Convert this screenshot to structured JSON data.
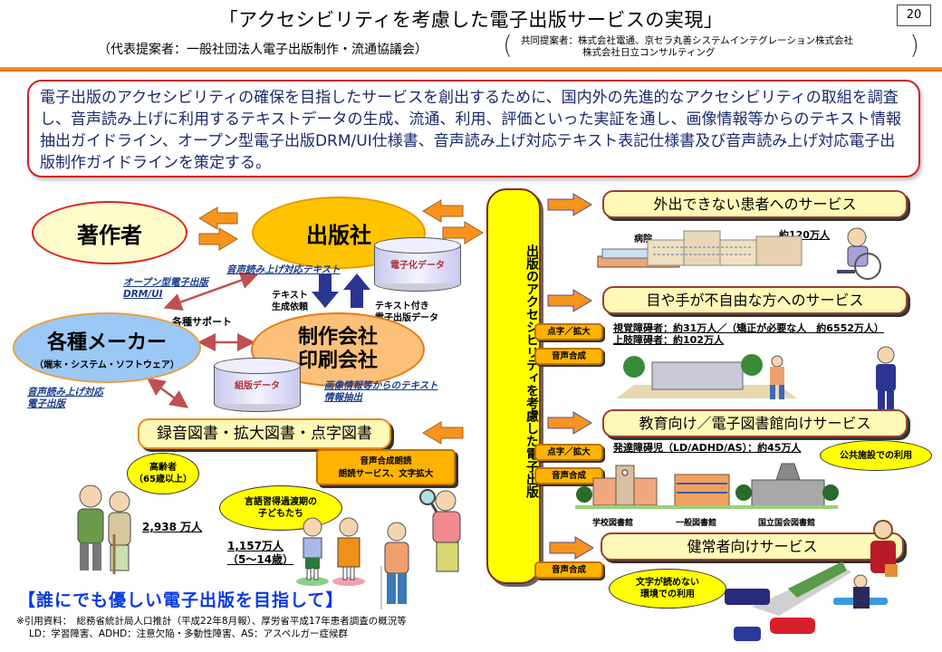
{
  "header": {
    "title": "「アクセシビリティを考慮した電子出版サービスの実現」",
    "page_number": "20",
    "lead_proposer": "（代表提案者：一般社団法人電子出版制作・流通協議会）",
    "co_proposers_line1": "共同提案者：株式会社電通、京セラ丸善システムインテグレーション株式会社",
    "co_proposers_line2": "株式会社日立コンサルティング"
  },
  "summary": "電子出版のアクセシビリティの確保を目指したサービスを創出するために、国内外の先進的なアクセシビリティの取組を調査し、音声読み上げに利用するテキストデータの生成、流通、利用、評価といった実証を通し、画像情報等からのテキスト情報抽出ガイドライン、オープン型電子出版DRM/UI仕様書、音声読み上げ対応テキスト表記仕様書及び音声読み上げ対応電子出版制作ガイドラインを策定する。",
  "left_diagram": {
    "author": "著作者",
    "publisher": "出版社",
    "maker": "各種メーカー",
    "maker_sub": "（端末・システム・ソフトウェア）",
    "production_line1": "制作会社",
    "production_line2": "印刷会社",
    "digitized_data": "電子化データ",
    "typeset_data": "組版データ",
    "link_tts_text": "音声読み上げ対応テキスト",
    "link_open_drm_line1": "オープン型電子出版",
    "link_open_drm_line2": "DRM/UI",
    "link_tts_epub_line1": "音声読み上げ対応",
    "link_tts_epub_line2": "電子出版",
    "link_image_extract_line1": "画像情報等からのテキスト",
    "link_image_extract_line2": "情報抽出",
    "text_request_line1": "テキスト",
    "text_request_line2": "生成依頼",
    "text_epub_line1": "テキスト付き",
    "text_epub_line2": "電子出版データ",
    "support": "各種サポート",
    "books": "録音図書・拡大図書・点字図書",
    "synth_line1": "音声合成朗読",
    "synth_line2": "朗読サービス、文字拡大",
    "elderly_line1": "高齢者",
    "elderly_line2": "（65歳以上）",
    "elderly_count": "2,938 万人",
    "kids_line1": "言語習得過渡期の",
    "kids_line2": "子どもたち",
    "kids_count_line1": "1,157万人",
    "kids_count_line2": "（5～14歳）"
  },
  "center_bar": "出版のアクセシビリティを考慮した電子出版",
  "services": [
    {
      "title": "外出できない患者へのサービス",
      "place": "病院",
      "stat": "約120万人"
    },
    {
      "title": "目や手が不自由な方へのサービス",
      "tags": [
        "点字／拡大",
        "音声合成"
      ],
      "stat_line1": "視覚障碍者：約31万人／（矯正が必要な人　約6552万人）",
      "stat_line2": "上肢障碍者：約102万人"
    },
    {
      "title": "教育向け／電子図書館向けサービス",
      "tags": [
        "点字／拡大",
        "音声合成"
      ],
      "stat": "発達障碍児（LD/ADHD/AS）：約45万人",
      "bubble": "公共施設での利用",
      "libraries": [
        "学校図書館",
        "一般図書館",
        "国立国会図書館"
      ]
    },
    {
      "title": "健常者向けサービス",
      "tags": [
        "音声合成"
      ],
      "bubble_line1": "文字が読めない",
      "bubble_line2": "環境での利用"
    }
  ],
  "footer": {
    "motto": "【誰にでも優しい電子出版を目指して】",
    "citation_line1": "※引用資料：　総務省統計局人口推計（平成22年8月報）、厚労省平成17年患者調査の概況等",
    "citation_line2": "LD：学習障害、ADHD：注意欠陥・多動性障害、AS：アスペルガー症候群"
  },
  "colors": {
    "orange_rule": "#e8620a",
    "summary_border": "#d0202a",
    "summary_text": "#1a2a6c",
    "motto": "#0a3adf",
    "arrow_orange": "#f7941d",
    "arrow_blue": "#2a3590",
    "link_blue": "#1b3b8c",
    "yellow": "#ffff00"
  }
}
